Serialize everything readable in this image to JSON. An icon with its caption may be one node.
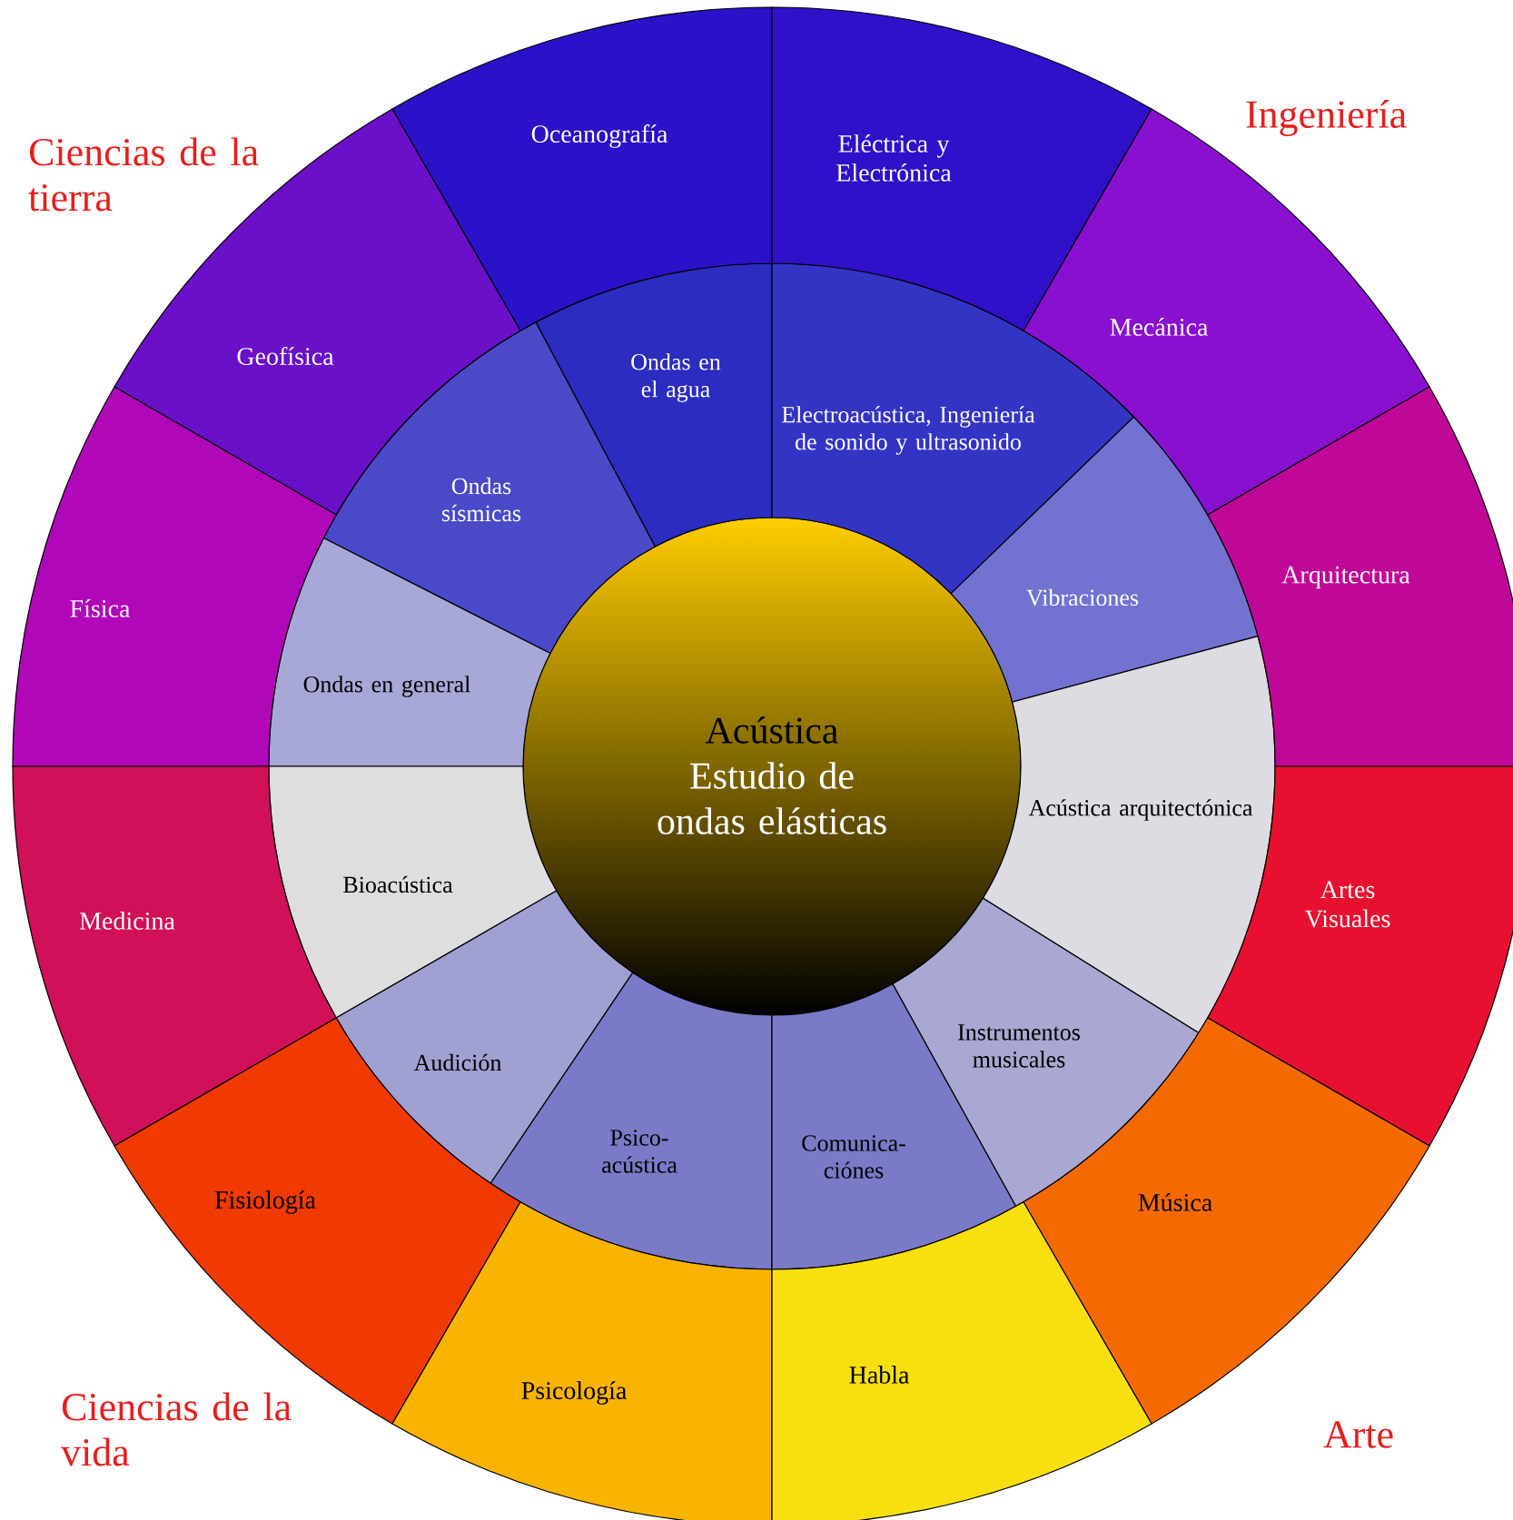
{
  "diagram": {
    "nodes": [
      {
        "text": [
          "Acústica",
          "Estudio de ondas elásticas"
        ]
      },
      {
        "text": [
          "Ondas en el agua"
        ]
      },
      {
        "text": [
          "Electroacústica, Ingeniería de sonido y ultrasonido"
        ]
      },
      {
        "text": [
          "Ondas sísmicas"
        ]
      },
      {
        "text": [
          "Vibraciones"
        ]
      },
      {
        "text": [
          "Ondas en general"
        ]
      },
      {
        "text": [
          "Acústica arquitectónica"
        ]
      },
      {
        "text": [
          "Bioacústica"
        ]
      },
      {
        "text": [
          "Instrumentos musicales"
        ]
      },
      {
        "text": [
          "Audición"
        ]
      },
      {
        "text": [
          "Psico-acústica"
        ]
      },
      {
        "text": [
          "Comunica-ciónes"
        ]
      },
      {
        "text": [
          "Oceanografía"
        ]
      },
      {
        "text": [
          "Eléctrica y Electrónica"
        ]
      },
      {
        "text": [
          "Geofísica"
        ]
      },
      {
        "text": [
          "Mecánica"
        ]
      },
      {
        "text": [
          "Física"
        ]
      },
      {
        "text": [
          "Arquitectura"
        ]
      },
      {
        "text": [
          "Medicina"
        ]
      },
      {
        "text": [
          "Artes Visuales"
        ]
      },
      {
        "text": [
          "Fisiología"
        ]
      },
      {
        "text": [
          "Música"
        ]
      },
      {
        "text": [
          "Psicología"
        ]
      },
      {
        "text": [
          "Habla"
        ]
      }
    ],
    "labels": [
      "Ciencias de la tierra",
      "Ingeniería",
      "Ciencias de la vida",
      "Arte"
    ]
  }
}
